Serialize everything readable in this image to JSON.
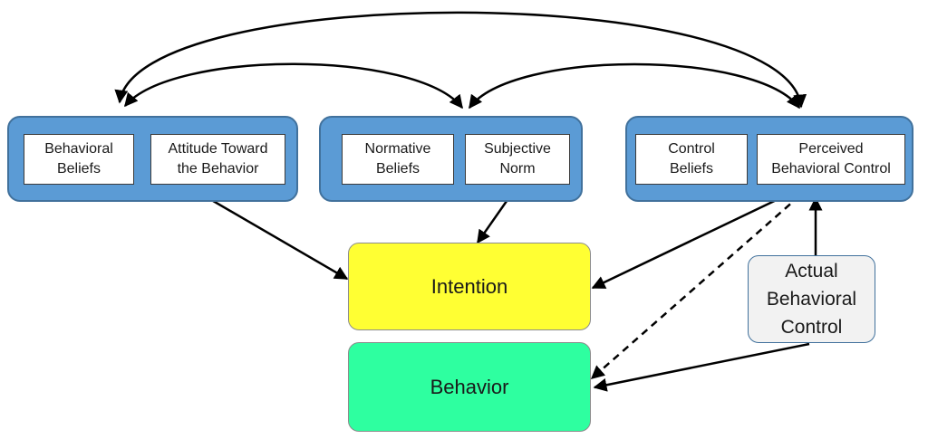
{
  "groups": {
    "attitude": {
      "beliefs": "Behavioral\nBeliefs",
      "construct": "Attitude Toward\nthe Behavior"
    },
    "norm": {
      "beliefs": "Normative\nBeliefs",
      "construct": "Subjective\nNorm"
    },
    "control": {
      "beliefs": "Control\nBeliefs",
      "construct": "Perceived\nBehavioral Control"
    }
  },
  "intention": "Intention",
  "behavior": "Behavior",
  "actual_control": "Actual\nBehavioral\nControl",
  "colors": {
    "group_fill": "#5b9bd5",
    "intention_fill": "#ffff33",
    "behavior_fill": "#2effa0",
    "actual_control_fill": "#f2f2f2",
    "arrow": "#000000"
  }
}
